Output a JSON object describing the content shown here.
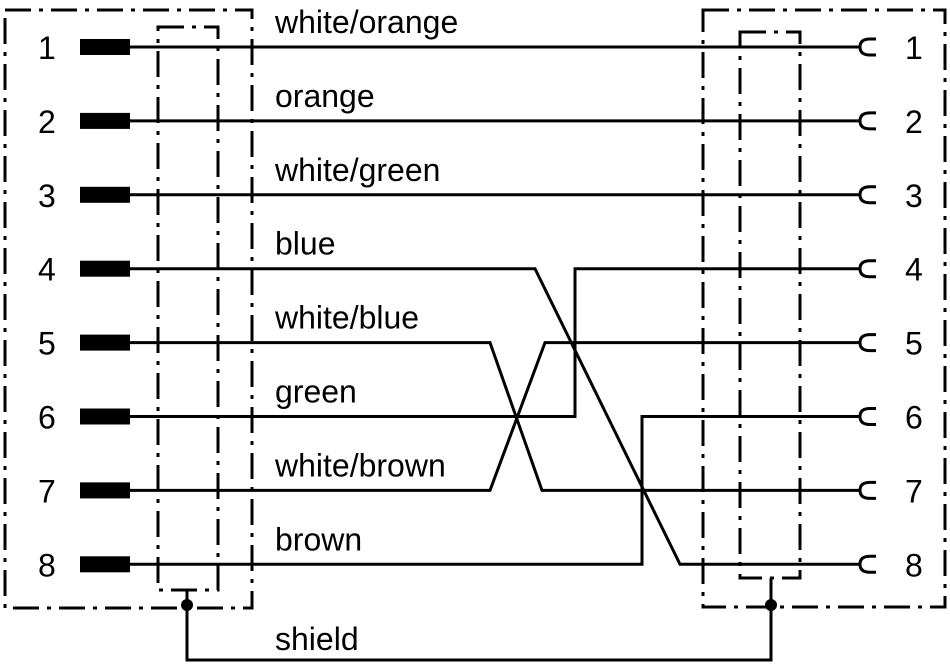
{
  "left_connector": {
    "pins": [
      "1",
      "2",
      "3",
      "4",
      "5",
      "6",
      "7",
      "8"
    ]
  },
  "right_connector": {
    "pins": [
      "1",
      "2",
      "3",
      "4",
      "5",
      "6",
      "7",
      "8"
    ]
  },
  "wires": [
    {
      "label": "white/orange",
      "from": 1,
      "to": 1
    },
    {
      "label": "orange",
      "from": 2,
      "to": 2
    },
    {
      "label": "white/green",
      "from": 3,
      "to": 3
    },
    {
      "label": "blue",
      "from": 4,
      "to": 8
    },
    {
      "label": "white/blue",
      "from": 5,
      "to": 7
    },
    {
      "label": "green",
      "from": 6,
      "to": 4
    },
    {
      "label": "white/brown",
      "from": 7,
      "to": 5
    },
    {
      "label": "brown",
      "from": 8,
      "to": 6
    }
  ],
  "shield": {
    "label": "shield"
  }
}
